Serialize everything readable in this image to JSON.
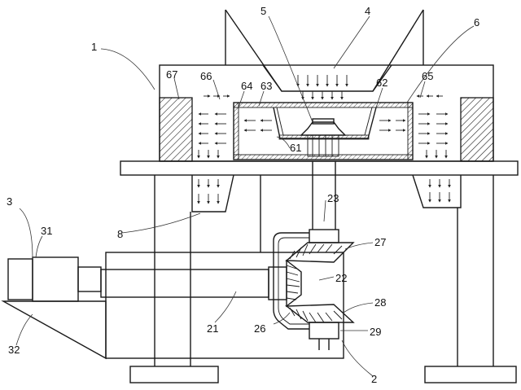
{
  "labels": [
    {
      "id": "1",
      "text": "1"
    },
    {
      "id": "2",
      "text": "2"
    },
    {
      "id": "3",
      "text": "3"
    },
    {
      "id": "4",
      "text": "4"
    },
    {
      "id": "5",
      "text": "5"
    },
    {
      "id": "6",
      "text": "6"
    },
    {
      "id": "8",
      "text": "8"
    },
    {
      "id": "21",
      "text": "21"
    },
    {
      "id": "22",
      "text": "22"
    },
    {
      "id": "23",
      "text": "23"
    },
    {
      "id": "26",
      "text": "26"
    },
    {
      "id": "27",
      "text": "27"
    },
    {
      "id": "28",
      "text": "28"
    },
    {
      "id": "29",
      "text": "29"
    },
    {
      "id": "31",
      "text": "31"
    },
    {
      "id": "32",
      "text": "32"
    },
    {
      "id": "61",
      "text": "61"
    },
    {
      "id": "62",
      "text": "62"
    },
    {
      "id": "63",
      "text": "63"
    },
    {
      "id": "64",
      "text": "64"
    },
    {
      "id": "65",
      "text": "65"
    },
    {
      "id": "66",
      "text": "66"
    },
    {
      "id": "67",
      "text": "67"
    }
  ]
}
